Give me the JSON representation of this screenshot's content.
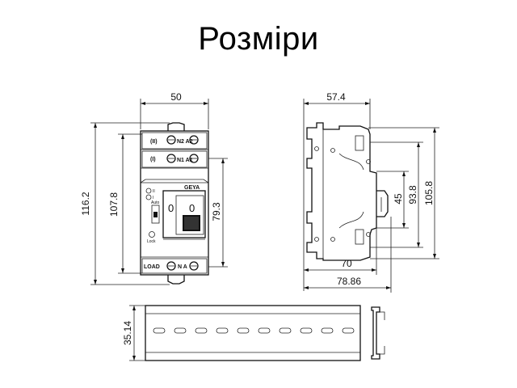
{
  "title": "Розміри",
  "front_view": {
    "width_dim": "50",
    "height_outer_dim": "116.2",
    "height_inner_dim": "107.8",
    "window_dim": "79.3",
    "terminal_top_1": "(II)",
    "terminal_top_2": "(I)",
    "terminal_top_label_1": "N2 A2",
    "terminal_top_label_2": "N1 A1",
    "load_label": "LOAD",
    "terminal_bottom_label": "N   A",
    "brand": "GEYA"
  },
  "side_view": {
    "depth_dim": "57.4",
    "height_dim_1": "45",
    "height_dim_2": "93.8",
    "height_dim_3": "105.8",
    "depth_dim_2": "70",
    "depth_dim_3": "78.86"
  },
  "rail_view": {
    "height_dim": "35.14"
  }
}
